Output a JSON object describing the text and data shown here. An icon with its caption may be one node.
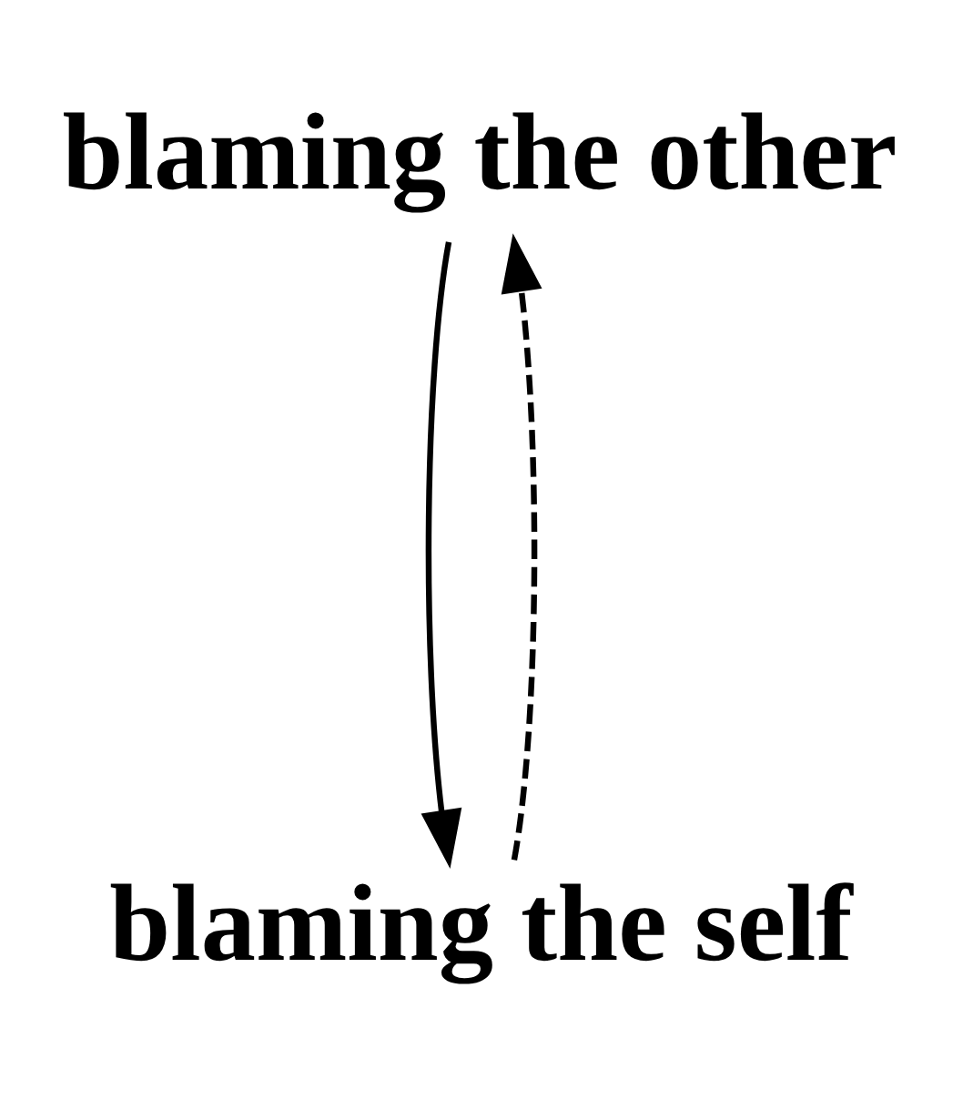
{
  "diagram": {
    "nodes": [
      {
        "text": [
          "blaming the other"
        ]
      },
      {
        "text": [
          "blaming the self"
        ]
      }
    ],
    "edges": [
      {
        "from": 0,
        "to": 1,
        "arrow": "to"
      },
      {
        "from": 1,
        "to": 0,
        "arrow": "to",
        "style": "dashed"
      }
    ]
  }
}
